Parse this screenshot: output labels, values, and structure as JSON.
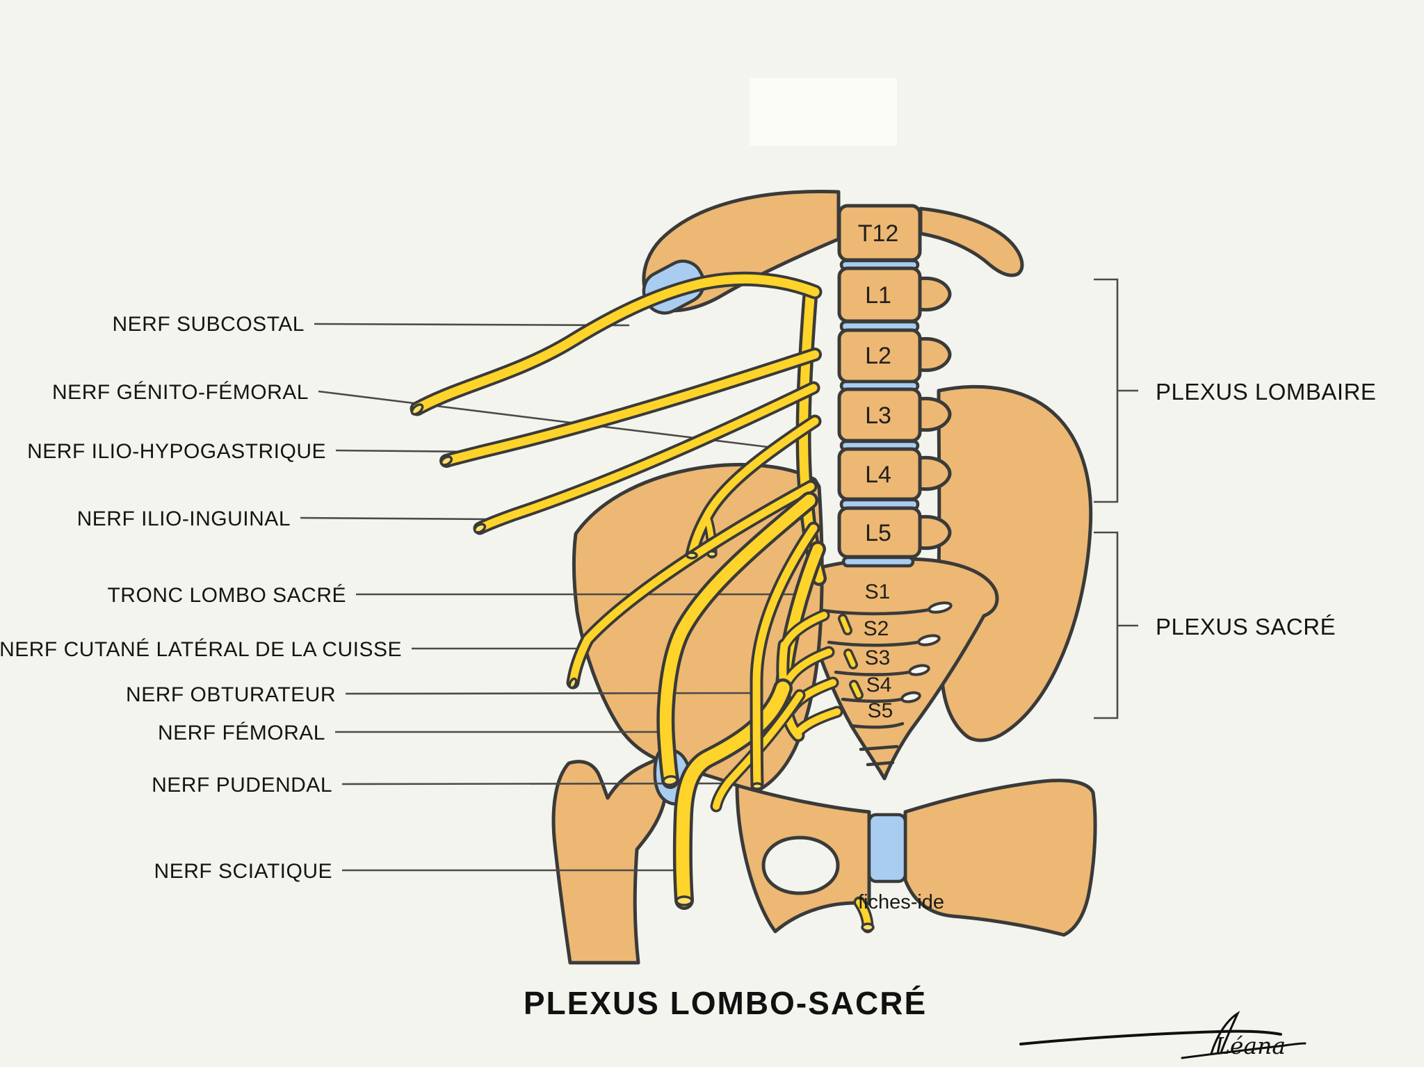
{
  "title": "PLEXUS LOMBO-SACRÉ",
  "watermark": "fiches-ide",
  "signature": "Léana",
  "colors": {
    "background": "#f4f4ee",
    "bone": "#ecb873",
    "nerve_yellow": "#ffd42a",
    "cartilage_blue": "#a9cdf1",
    "outline": "#3a3a3a",
    "leader_line": "#4a4a4a"
  },
  "nerve_labels": [
    {
      "text": "NERF SUBCOSTAL"
    },
    {
      "text": "NERF GÉNITO-FÉMORAL"
    },
    {
      "text": "NERF ILIO-HYPOGASTRIQUE"
    },
    {
      "text": "NERF ILIO-INGUINAL"
    },
    {
      "text": "TRONC LOMBO SACRÉ"
    },
    {
      "text": "NERF CUTANÉ LATÉRAL DE LA CUISSE"
    },
    {
      "text": "NERF OBTURATEUR"
    },
    {
      "text": "NERF FÉMORAL"
    },
    {
      "text": "NERF PUDENDAL"
    },
    {
      "text": "NERF SCIATIQUE"
    }
  ],
  "plexus_groups": [
    {
      "text": "PLEXUS LOMBAIRE"
    },
    {
      "text": "PLEXUS SACRÉ"
    }
  ],
  "vertebrae": [
    {
      "text": "T12"
    },
    {
      "text": "L1"
    },
    {
      "text": "L2"
    },
    {
      "text": "L3"
    },
    {
      "text": "L4"
    },
    {
      "text": "L5"
    }
  ],
  "sacral_segments": [
    {
      "text": "S1"
    },
    {
      "text": "S2"
    },
    {
      "text": "S3"
    },
    {
      "text": "S4"
    },
    {
      "text": "S5"
    }
  ]
}
